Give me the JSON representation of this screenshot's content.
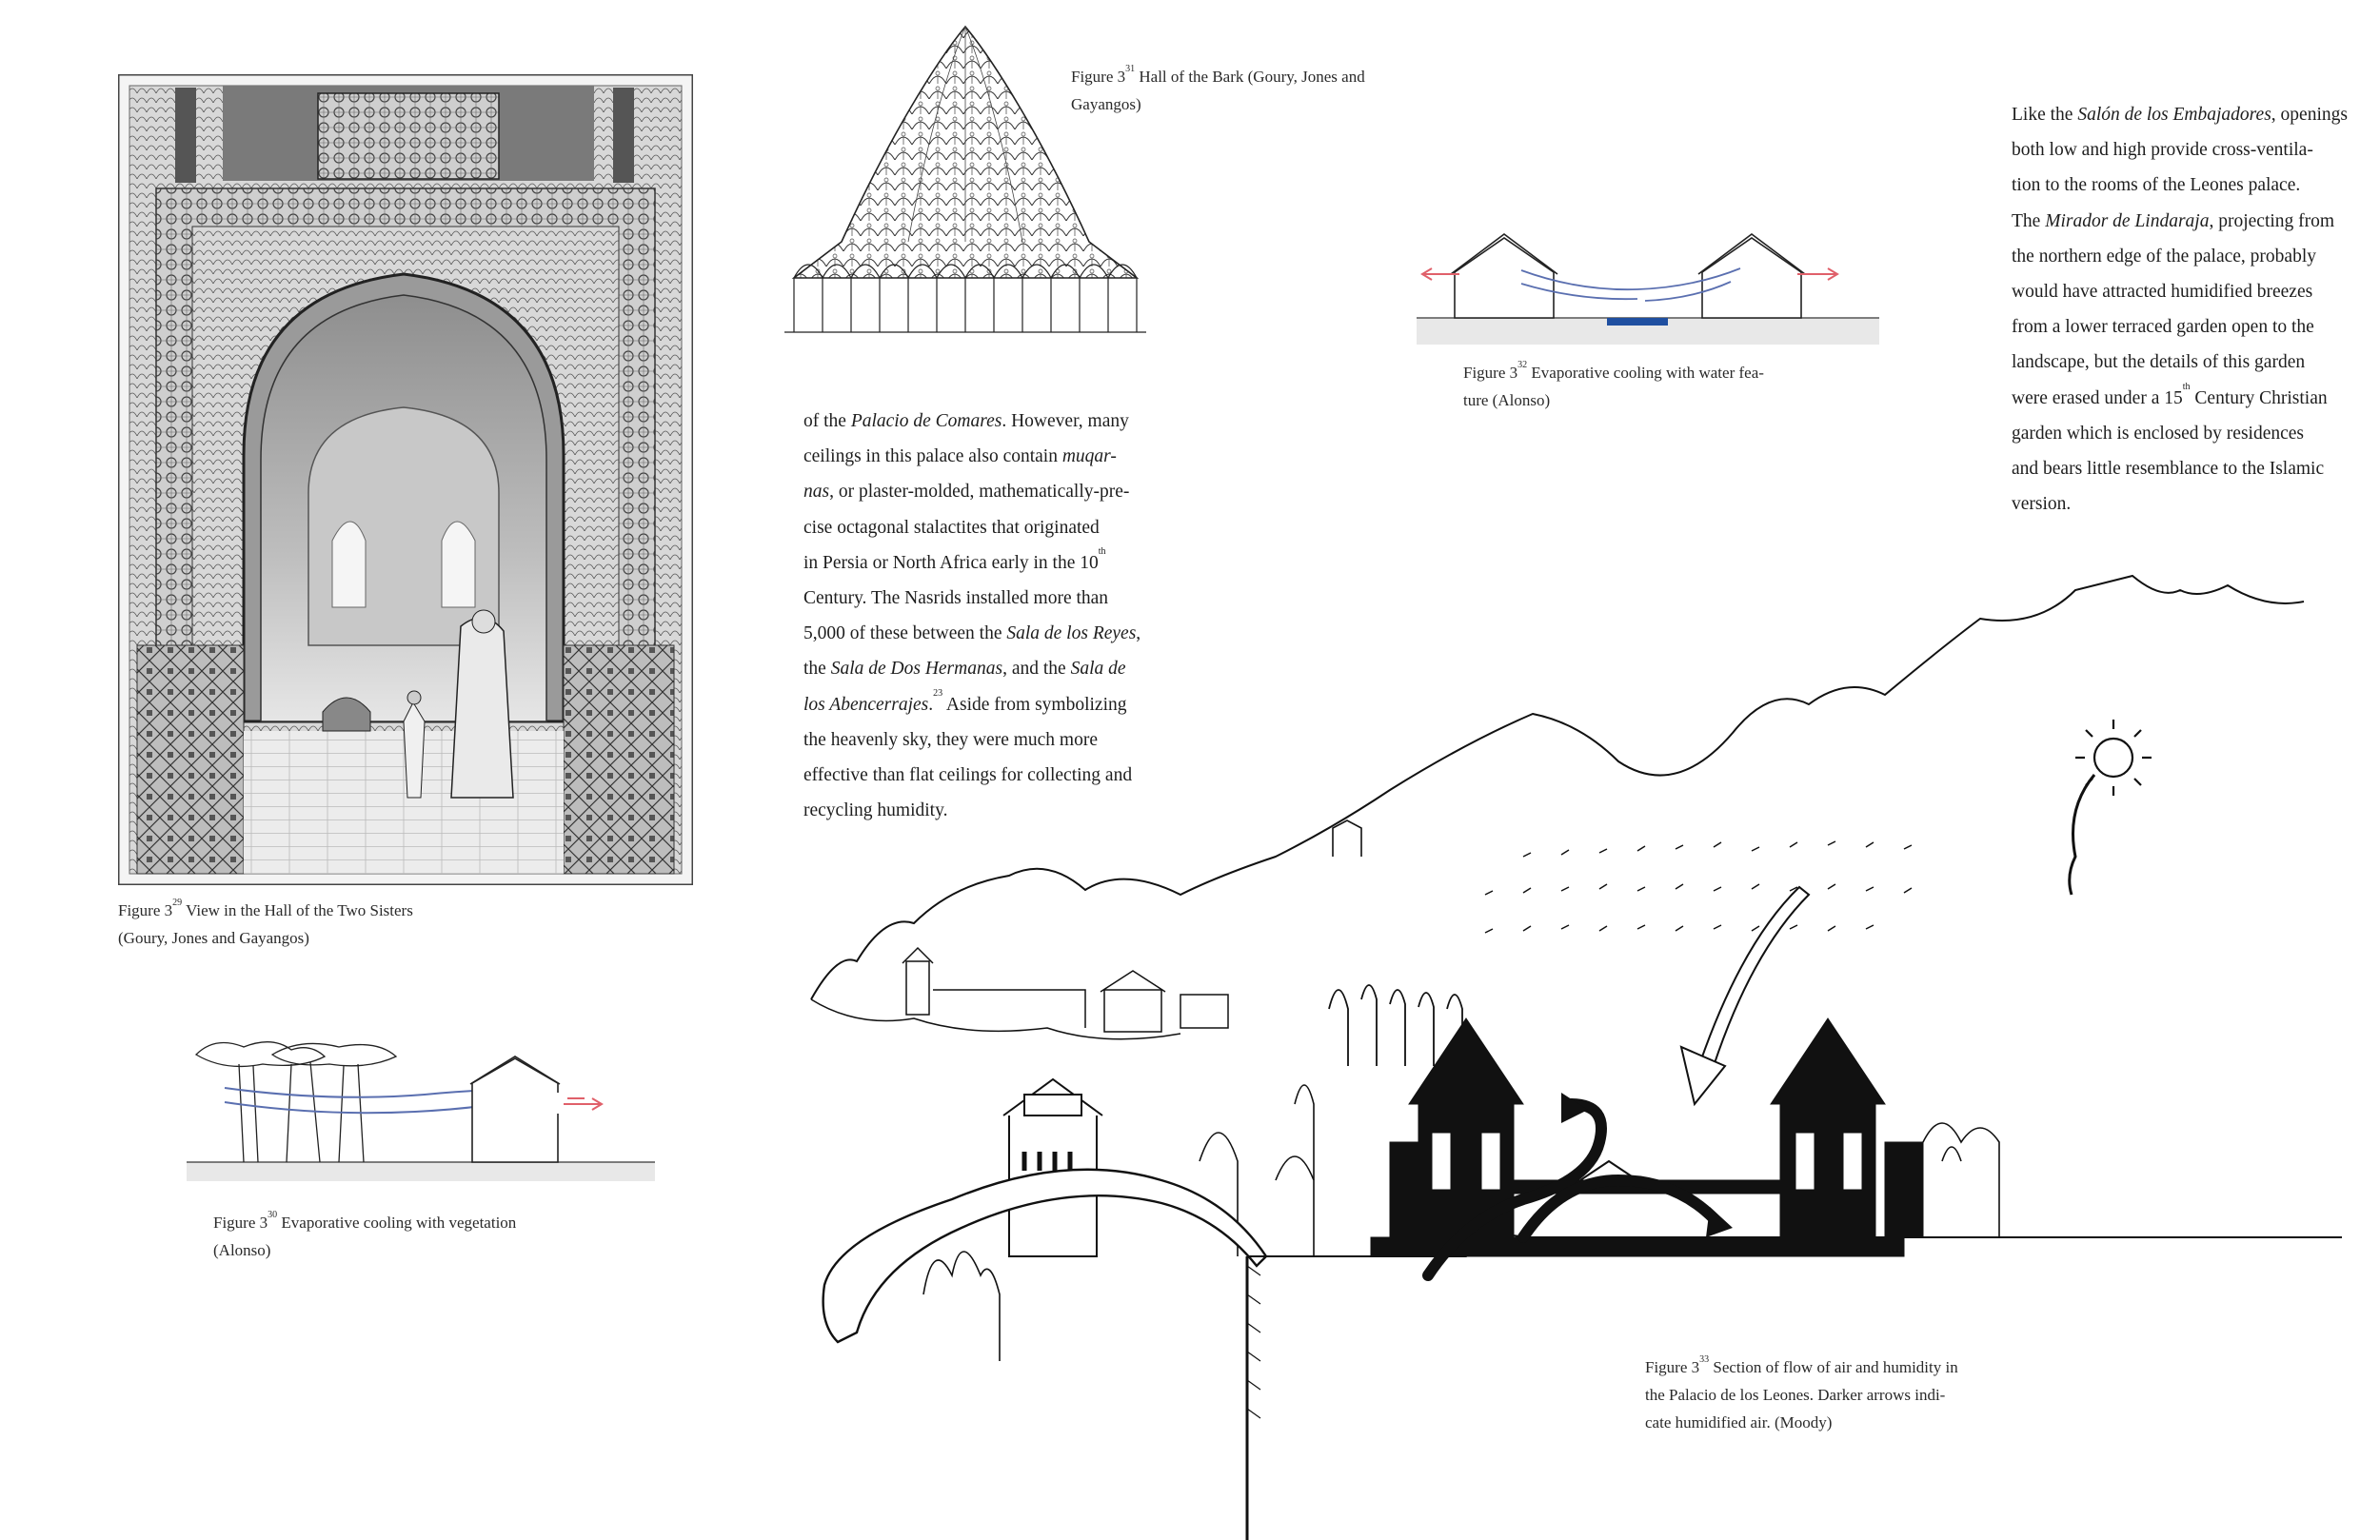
{
  "figure_29": {
    "caption_line1": "Figure 3",
    "sup": "29",
    "caption_rest1": " View in the Hall of the Two Sisters",
    "caption_line2": "(Goury, Jones and Gayangos)"
  },
  "figure_30": {
    "caption_line1": "Figure 3",
    "sup": "30",
    "caption_rest1": " Evaporative cooling with vegetation",
    "caption_line2": "(Alonso)"
  },
  "figure_31": {
    "caption_line1": "Figure 3",
    "sup": "31",
    "caption_rest1": " Hall of the Bark (Goury, Jones and",
    "caption_line2": "Gayangos)"
  },
  "figure_32": {
    "caption_line1": "Figure 3",
    "sup": "32",
    "caption_rest1": " Evaporative cooling with water fea-",
    "caption_line2": "ture (Alonso)"
  },
  "figure_33": {
    "caption_line1": "Figure 3",
    "sup": "33",
    "caption_rest1": " Section of flow of air and humidity in",
    "caption_line2": "the Palacio de los Leones. Darker arrows indi-",
    "caption_line3": "cate humidified air. (Moody)"
  },
  "middle_text": {
    "l1a": "of the ",
    "l1i": "Palacio de Comares",
    "l1b": ". However, many",
    "l2a": "ceilings in this palace also contain ",
    "l2i": "muqar-",
    "l3i": "nas",
    "l3b": ", or plaster-molded, mathematically-pre-",
    "l4": "cise octagonal stalactites that originated",
    "l5a": "in Persia or North Africa early in the 10",
    "l5sup": "th",
    "l6": "Century. The Nasrids installed more than",
    "l7a": "5,000 of these between the ",
    "l7i": "Sala de los Reyes",
    "l7b": ",",
    "l8a": "the ",
    "l8i": "Sala de Dos Hermanas",
    "l8b": ", and the ",
    "l8i2": "Sala de",
    "l9i": "los Abencerrajes",
    "l9b": ".",
    "l9sup": "23",
    "l9c": " Aside from symbolizing",
    "l10": "the heavenly sky, they were much more",
    "l11": "effective than flat ceilings for collecting and",
    "l12": "recycling humidity."
  },
  "right_text": {
    "l1a": "Like the ",
    "l1i": "Salón de los Embajadores",
    "l1b": ", openings",
    "l2": "both low and high provide cross-ventila-",
    "l3": "tion to the rooms of the Leones palace.",
    "l4a": "The ",
    "l4i": "Mirador de Lindaraja",
    "l4b": ", projecting from",
    "l5": "the northern edge of the palace, probably",
    "l6": "would have attracted humidified breezes",
    "l7": "from a lower terraced garden open to the",
    "l8": "landscape, but the details of this garden",
    "l9a": "were erased under a 15",
    "l9sup": "th",
    "l9b": " Century Christian",
    "l10": "garden which is enclosed by residences",
    "l11": "and bears little resemblance to the Islamic",
    "l12": "version."
  },
  "colors": {
    "cool_air": "#5a6fb0",
    "warm_air": "#e0606a",
    "water": "#1f4fa0",
    "ink": "#111111"
  }
}
